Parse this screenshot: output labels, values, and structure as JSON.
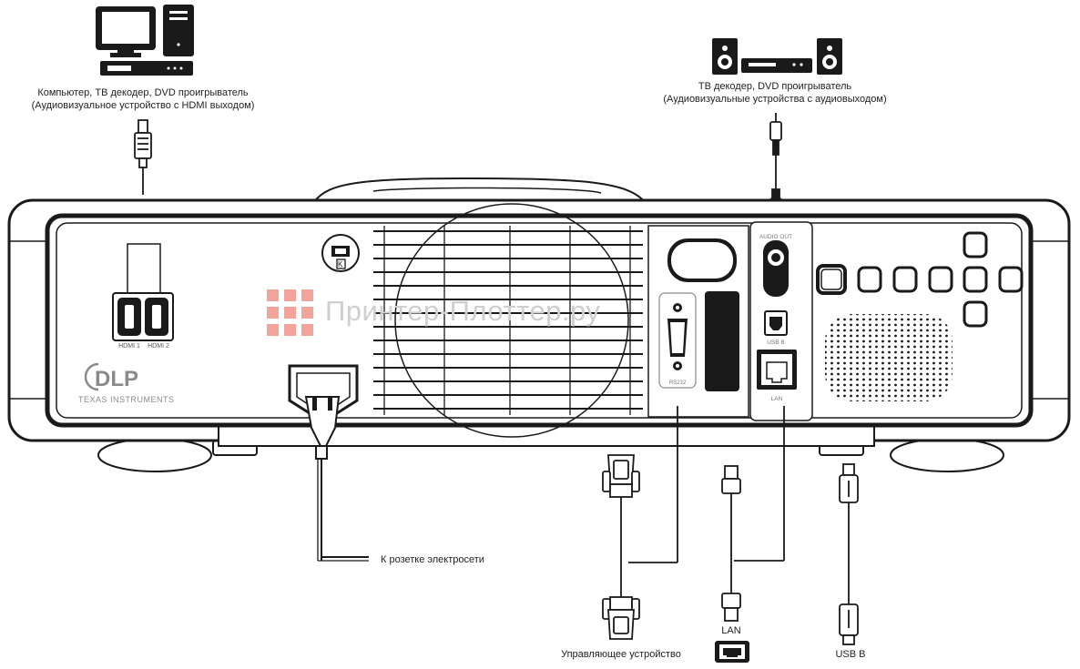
{
  "hdmi_source": {
    "label_line1": "Компьютер, ТВ декодер, DVD проигрыватель",
    "label_line2": "(Аудиовизуальное устройство с HDMI выходом)"
  },
  "audio_source": {
    "label_line1": "ТВ декодер, DVD проигрыватель",
    "label_line2": "(Аудиовизуальные устройства с аудиовыходом)"
  },
  "projector_ports": {
    "hdmi1": "HDMI 1",
    "hdmi2": "HDMI 2",
    "audio_out": "AUDIO  OUT",
    "usb_b": "USB B",
    "lan": "LAN",
    "rs232": "RS232"
  },
  "brand": {
    "logo_text": "DLP",
    "subtitle": "TEXAS INSTRUMENTS"
  },
  "watermark": "Принтер-Плоттер.ру",
  "connections": {
    "power_label": "К розетке электросети",
    "control_device_label": "Управляющее устройство",
    "lan_label": "LAN",
    "usb_label": "USB B"
  },
  "colors": {
    "line": "#1a1a1a",
    "watermark_logo": "#f2a39a",
    "watermark_text": "#cfcfcf"
  }
}
